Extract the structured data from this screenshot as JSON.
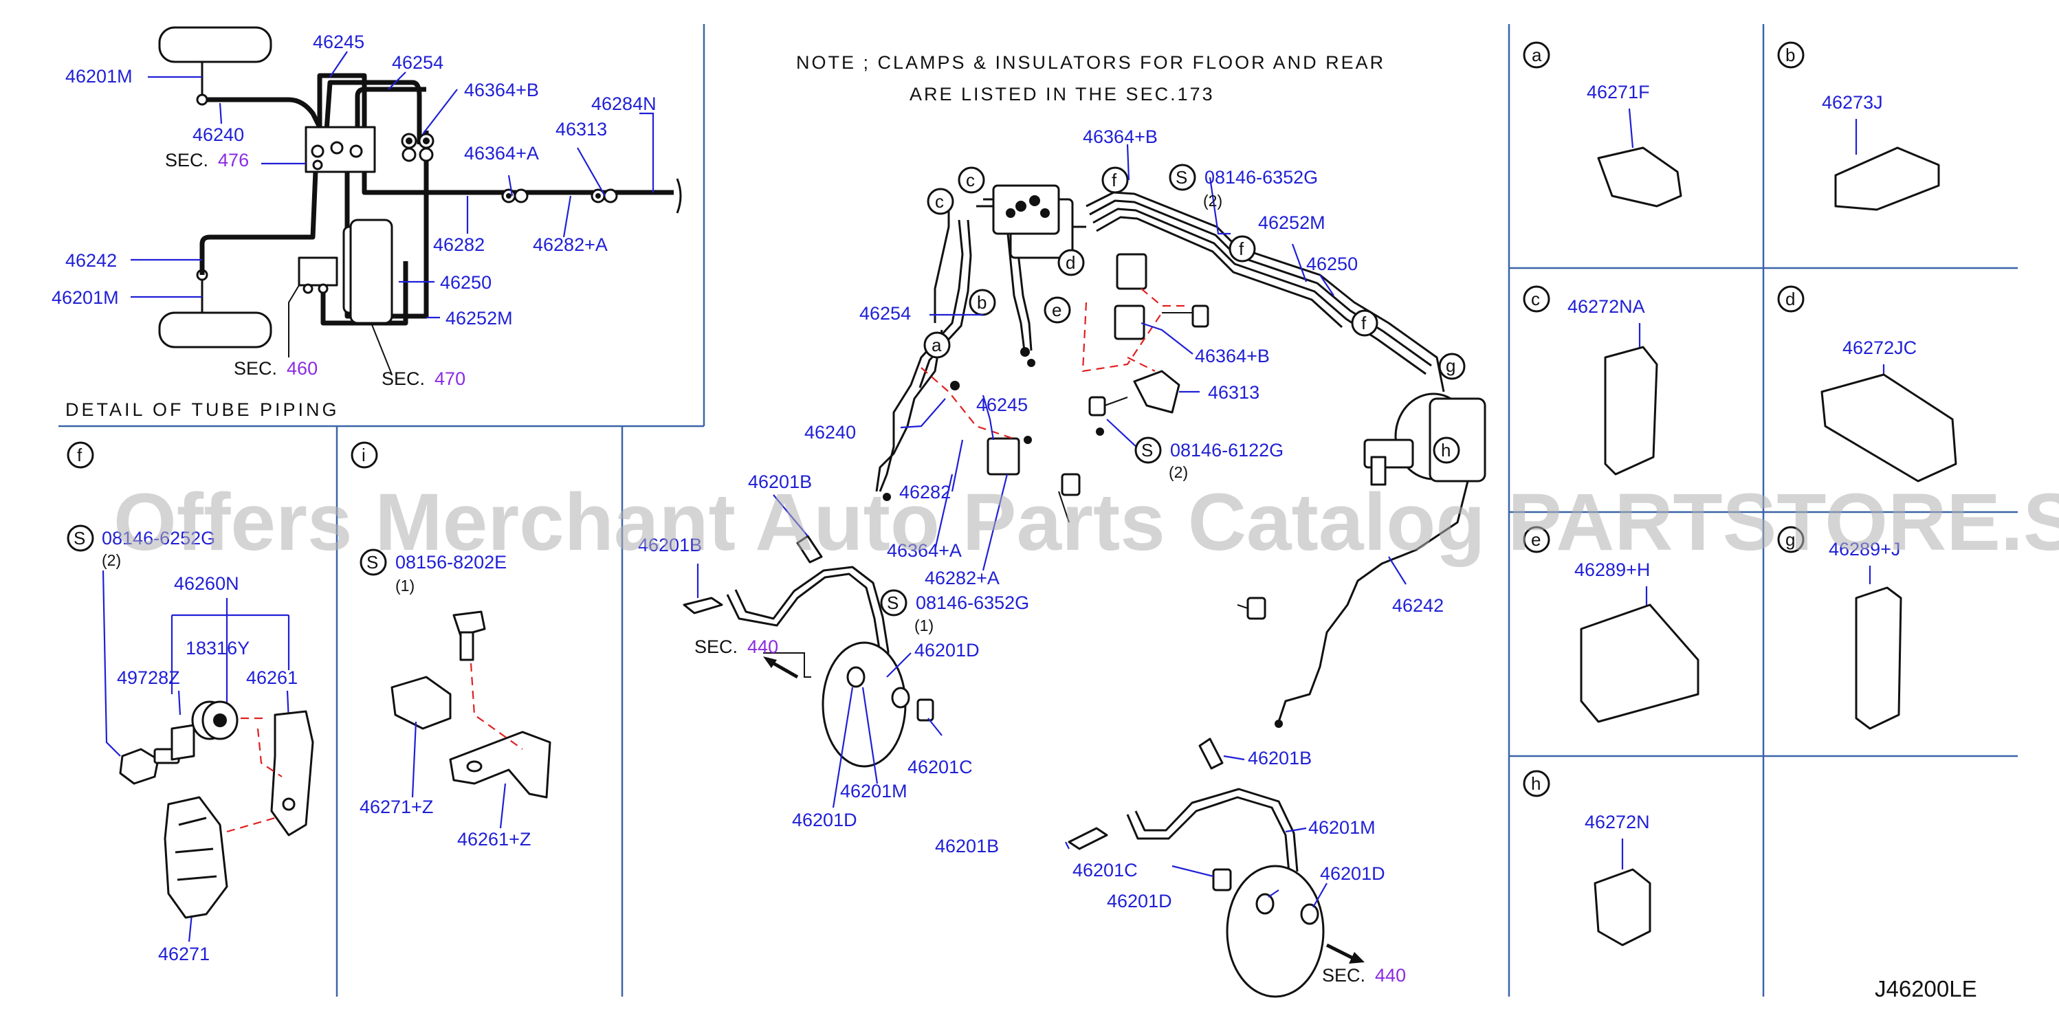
{
  "diagram": {
    "note": {
      "line1": "NOTE ; CLAMPS & INSULATORS FOR FLOOR AND REAR",
      "line2": "ARE LISTED IN THE SEC.173"
    },
    "detail_caption": "DETAIL OF TUBE PIPING",
    "diagram_code": "J46200LE",
    "watermark": "Offers Merchant Auto Parts Catalog PARTSTORE.SA",
    "sec_prefix": "SEC.",
    "detail_labels": {
      "p46201M_top": "46201M",
      "p46245": "46245",
      "p46254": "46254",
      "p46364B": "46364+B",
      "p46284N": "46284N",
      "p46240": "46240",
      "p46313": "46313",
      "p46364A": "46364+A",
      "p46242": "46242",
      "p46282": "46282",
      "p46282A": "46282+A",
      "p46201M_bot": "46201M",
      "p46250": "46250",
      "p46252M": "46252M",
      "sec476": "476",
      "sec460": "460",
      "sec470": "470"
    },
    "main_labels": {
      "p46364B": "46364+B",
      "s_08146_6352G_top": "08146-6352G",
      "qty2_top": "(2)",
      "p46252M": "46252M",
      "p46250": "46250",
      "p46254": "46254",
      "p46364B_mid": "46364+B",
      "p46313": "46313",
      "p46245": "46245",
      "p46240": "46240",
      "s_08146_6122G": "08146-6122G",
      "qty2_mid": "(2)",
      "p46282": "46282",
      "p46201B_a": "46201B",
      "p46201B_b": "46201B",
      "p46364A": "46364+A",
      "p46282A": "46282+A",
      "s_08146_6352G_mid": "08146-6352G",
      "qty1_mid": "(1)",
      "p46242": "46242",
      "p46201D_a": "46201D",
      "p46201C_a": "46201C",
      "p46201M_a": "46201M",
      "p46201D_b": "46201D",
      "p46201B_c": "46201B",
      "p46201B_d": "46201B",
      "p46201M_b": "46201M",
      "p46201C_b": "46201C",
      "p46201D_c": "46201D",
      "p46201D_d": "46201D",
      "sec440_a": "440",
      "sec440_b": "440"
    },
    "panel_f": {
      "letter": "f",
      "screw": "08146-6252G",
      "qty": "(2)",
      "p46260N": "46260N",
      "p18316Y": "18316Y",
      "p49728Z": "49728Z",
      "p46261": "46261",
      "p46271": "46271"
    },
    "panel_i": {
      "letter": "i",
      "screw": "08156-8202E",
      "qty": "(1)",
      "p46271Z": "46271+Z",
      "p46261Z": "46261+Z"
    },
    "clip_panels": [
      {
        "letter": "a",
        "part": "46271F"
      },
      {
        "letter": "b",
        "part": "46273J"
      },
      {
        "letter": "c",
        "part": "46272NA"
      },
      {
        "letter": "d",
        "part": "46272JC"
      },
      {
        "letter": "e",
        "part": "46289+H"
      },
      {
        "letter": "g",
        "part": "46289+J"
      },
      {
        "letter": "h",
        "part": "46272N"
      }
    ],
    "callout_letters": {
      "c1": "c",
      "c2": "c",
      "f1": "f",
      "f2": "f",
      "f3": "f",
      "d": "d",
      "b": "b",
      "e": "e",
      "a": "a",
      "g": "g",
      "h": "h",
      "s": "S"
    }
  }
}
